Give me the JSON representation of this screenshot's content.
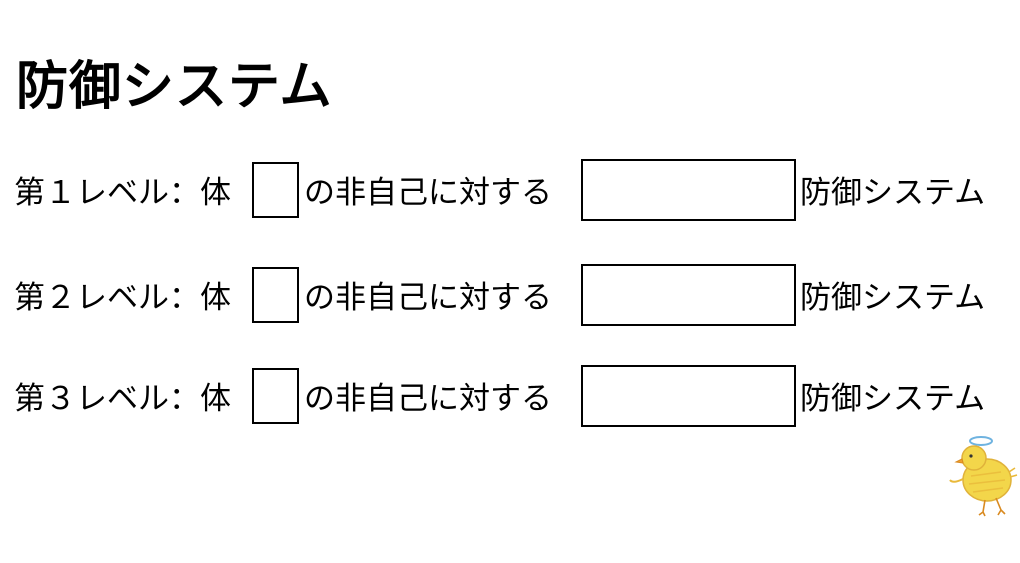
{
  "slide": {
    "title": "防御システム",
    "levels": [
      {
        "label": "第１レベル：体",
        "middle_text": "の非自己に対する",
        "trailing_text": "防御システム"
      },
      {
        "label": "第２レベル：体",
        "middle_text": "の非自己に対する",
        "trailing_text": "防御システム"
      },
      {
        "label": "第３レベル：体",
        "middle_text": "の非自己に対する",
        "trailing_text": "防御システム"
      }
    ],
    "decoration": {
      "icon": "chick-illustration-icon",
      "colors": {
        "body": "#f3d64a",
        "shade": "#e9b93a",
        "beak": "#f0a030",
        "accent": "#6fb3e0"
      }
    }
  }
}
